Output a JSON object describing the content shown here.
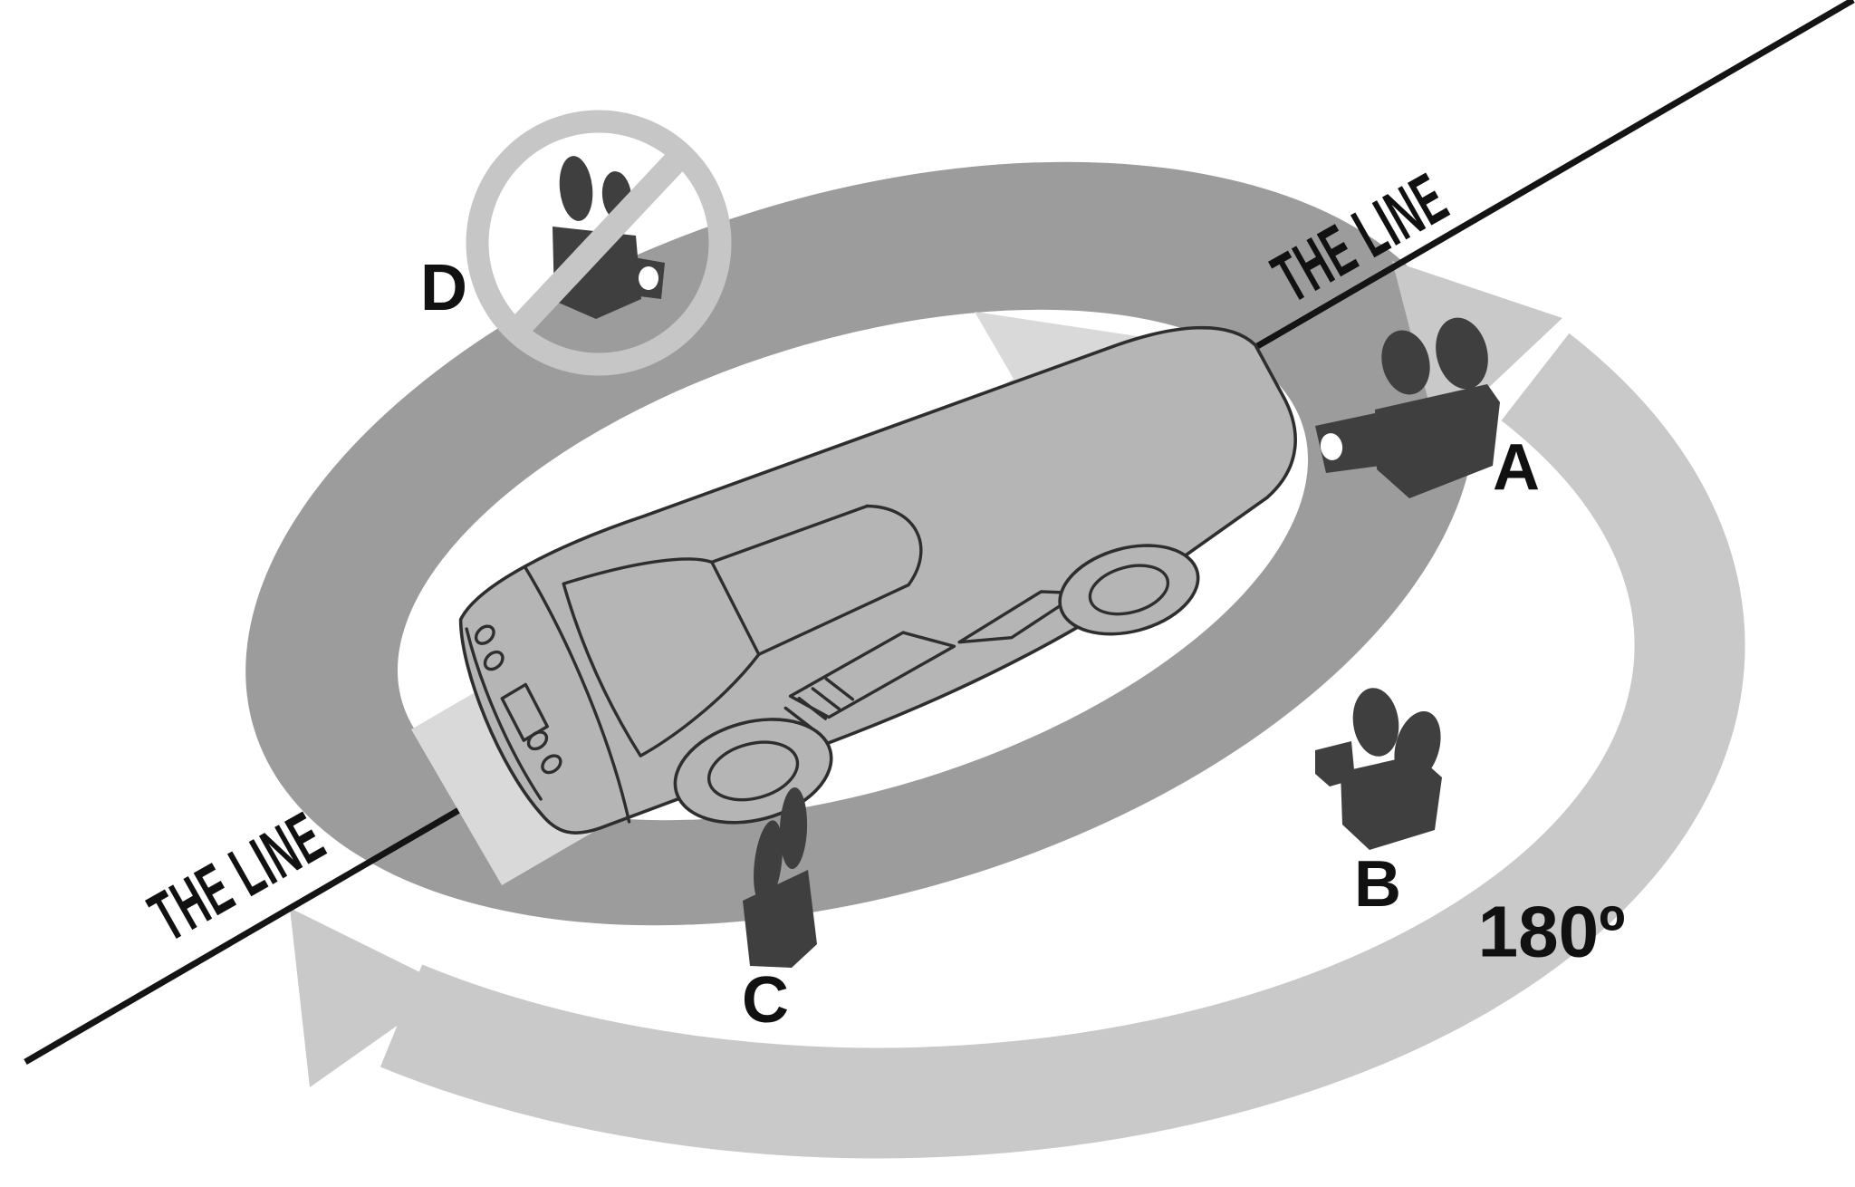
{
  "diagram": {
    "subject": "180-degree rule camera diagram",
    "line_label_top": "THE LINE",
    "line_label_bottom": "THE LINE",
    "angle_label": "180º",
    "cameras": [
      {
        "id": "A",
        "label": "A",
        "icon": "film-camera-left-facing-icon",
        "allowed": true
      },
      {
        "id": "B",
        "label": "B",
        "icon": "film-camera-back-icon",
        "allowed": true
      },
      {
        "id": "C",
        "label": "C",
        "icon": "film-camera-rear-view-icon",
        "allowed": true
      },
      {
        "id": "D",
        "label": "D",
        "icon": "film-camera-prohibited-icon",
        "allowed": false
      }
    ],
    "center_subject": "car-sketch"
  },
  "colors": {
    "background": "#ffffff",
    "ring": "#9c9c9c",
    "arc": "#c9c9c9",
    "action_arrow": "#d9d9d9",
    "car_fill": "#b5b5b5",
    "car_stroke": "#2e2e2e",
    "camera": "#3f3f3f",
    "prohibition": "#c6c6c6",
    "line": "#141414",
    "label": "#111111",
    "lens_hole": "#ffffff"
  }
}
